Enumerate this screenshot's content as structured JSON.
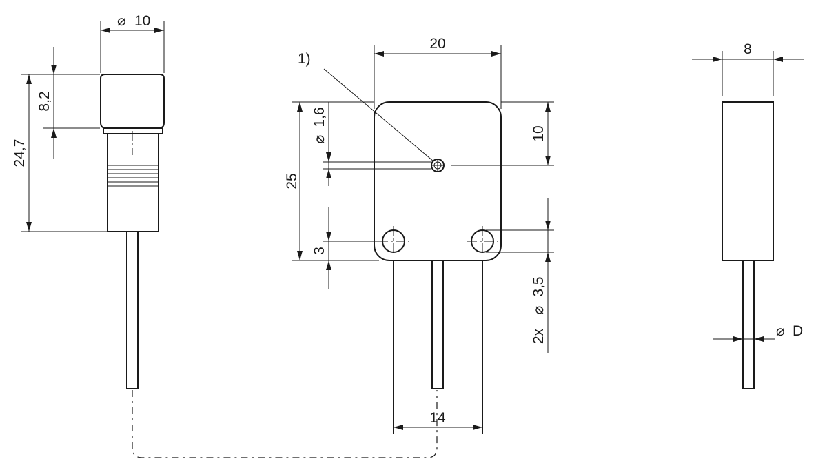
{
  "dimensions": {
    "connector_diameter": "10",
    "connector_head_height": "8,2",
    "connector_total_length": "24,7",
    "sensor_width": "20",
    "sensor_height": "25",
    "center_hole_offset": "10",
    "center_hole_diameter": "1,6",
    "mount_hole_offset": "3",
    "mount_holes": "2x",
    "mount_hole_diameter": "3,5",
    "cable_spacing": "14",
    "sensor_depth": "8",
    "cable_diameter": "D"
  },
  "symbols": {
    "diameter": "⌀"
  },
  "annotations": {
    "note_marker": "1)"
  }
}
